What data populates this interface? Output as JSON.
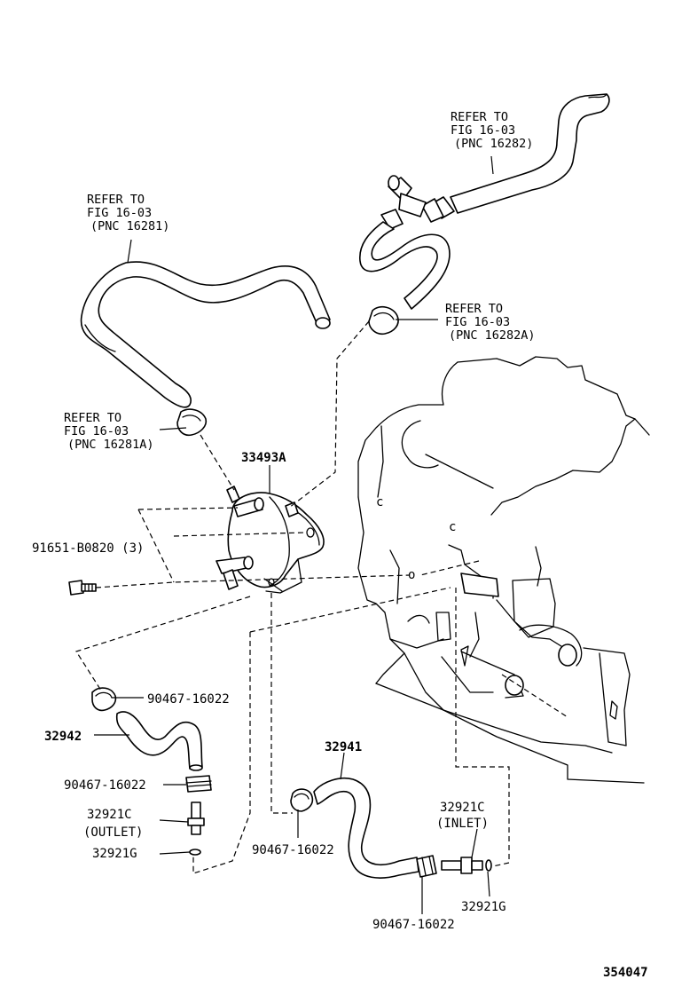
{
  "labels": {
    "ref_16282": [
      "REFER TO",
      "FIG 16-03",
      "(PNC 16282)"
    ],
    "ref_16281": [
      "REFER TO",
      "FIG 16-03",
      "(PNC 16281)"
    ],
    "ref_16282a": [
      "REFER TO",
      "FIG 16-03",
      "(PNC 16282A)"
    ],
    "ref_16281a": [
      "REFER TO",
      "FIG 16-03",
      "(PNC 16281A)"
    ],
    "cooler": "33493A",
    "bolt": "91651-B0820 (3)",
    "clamp_1": "90467-16022",
    "hose_32942": "32942",
    "clamp_2": "90467-16022",
    "union_outlet": [
      "32921C",
      "(OUTLET)"
    ],
    "gasket_outlet": "32921G",
    "hose_32941": "32941",
    "clamp_3": "90467-16022",
    "union_inlet": [
      "32921C",
      "(INLET)"
    ],
    "gasket_inlet": "32921G",
    "clamp_4": "90467-16022",
    "diagram_number": "354047"
  }
}
